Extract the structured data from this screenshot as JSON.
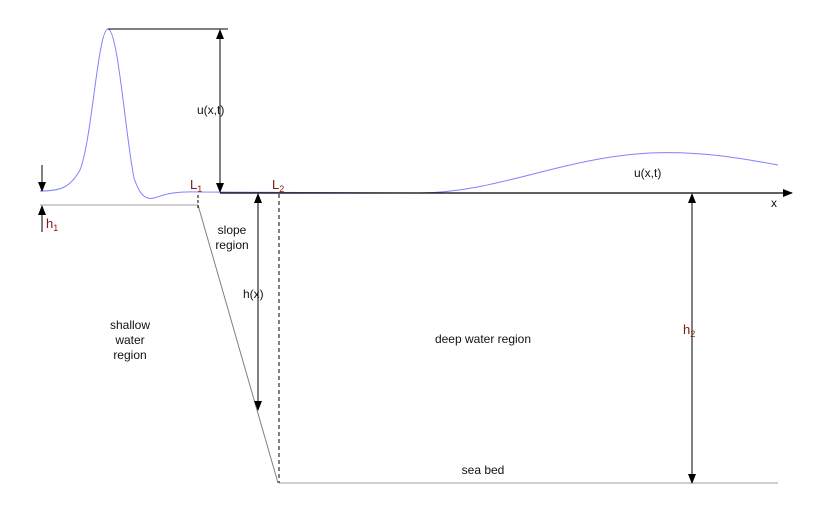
{
  "labels": {
    "u_left": "u(x,t)",
    "u_right": "u(x,t)",
    "x_axis": "x",
    "h1": "h",
    "h1_sub": "1",
    "h2": "h",
    "h2_sub": "2",
    "L1": "L",
    "L1_sub": "1",
    "L2": "L",
    "L2_sub": "2",
    "hx": "h(x)",
    "slope_line1": "slope",
    "slope_line2": "region",
    "shallow_line1": "shallow",
    "shallow_line2": "water",
    "shallow_line3": "region",
    "deep": "deep water region",
    "seabed": "sea bed"
  },
  "colors": {
    "wave": "#8080ff",
    "ground": "#a0a0a0",
    "axis": "#000000",
    "symbol": "#7a1e0a"
  }
}
